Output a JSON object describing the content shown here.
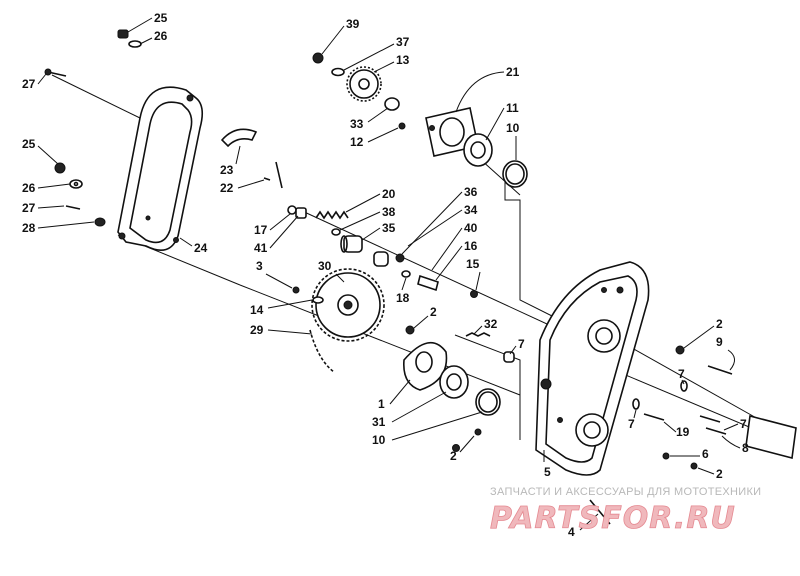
{
  "diagram": {
    "labels": [
      "1",
      "2",
      "3",
      "4",
      "5",
      "6",
      "7",
      "8",
      "9",
      "10",
      "11",
      "12",
      "13",
      "14",
      "15",
      "16",
      "17",
      "18",
      "19",
      "20",
      "21",
      "22",
      "23",
      "24",
      "25",
      "26",
      "27",
      "28",
      "29",
      "30",
      "31",
      "32",
      "33",
      "34",
      "35",
      "36",
      "37",
      "38",
      "39",
      "40",
      "41"
    ],
    "colors": {
      "ink": "#111111",
      "watermark_text": "#b8b8b8",
      "watermark_logo": "#f0b8bc"
    }
  },
  "watermark": {
    "caption": "ЗАПЧАСТИ И АКСЕССУАРЫ ДЛЯ МОТОТЕХНИКИ",
    "logo": "PARTSFOR.RU"
  }
}
